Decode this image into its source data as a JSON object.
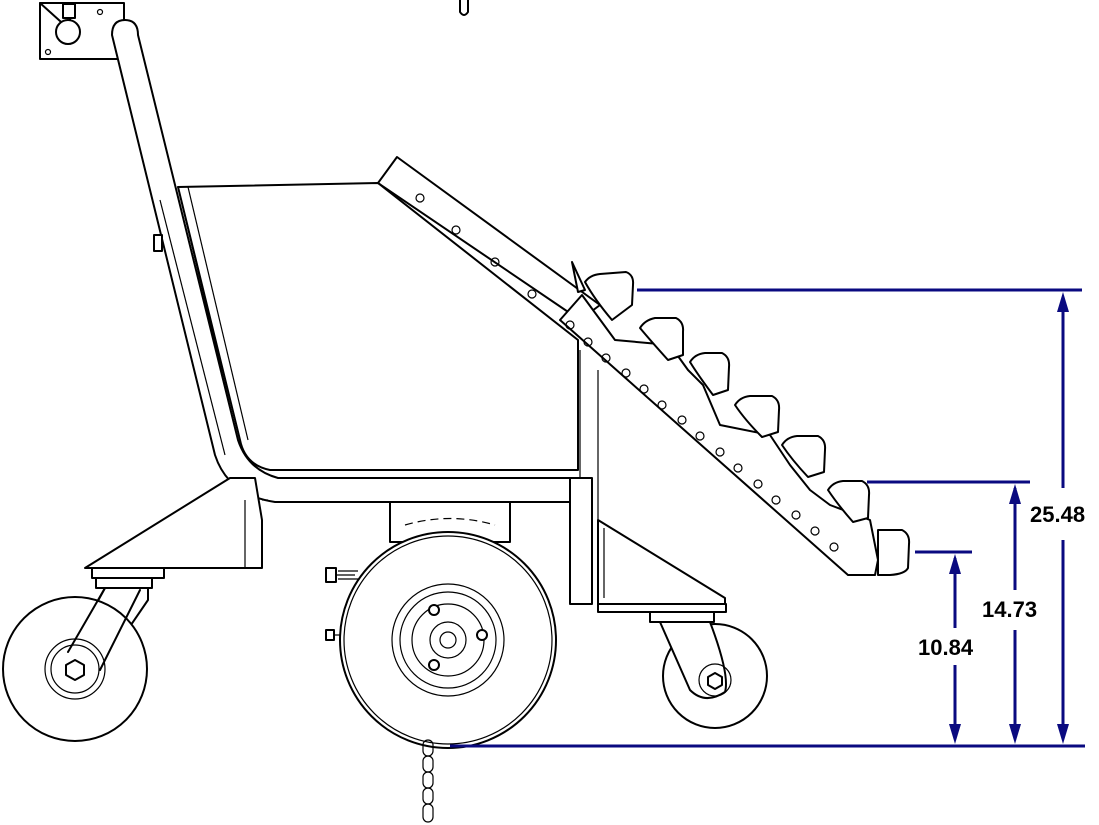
{
  "dimensions": {
    "overall_height": "25.48",
    "middle_step_height": "14.73",
    "lowest_step_height": "10.84"
  },
  "colors": {
    "dimension_line": "#0a0a80",
    "outline": "#000000"
  }
}
